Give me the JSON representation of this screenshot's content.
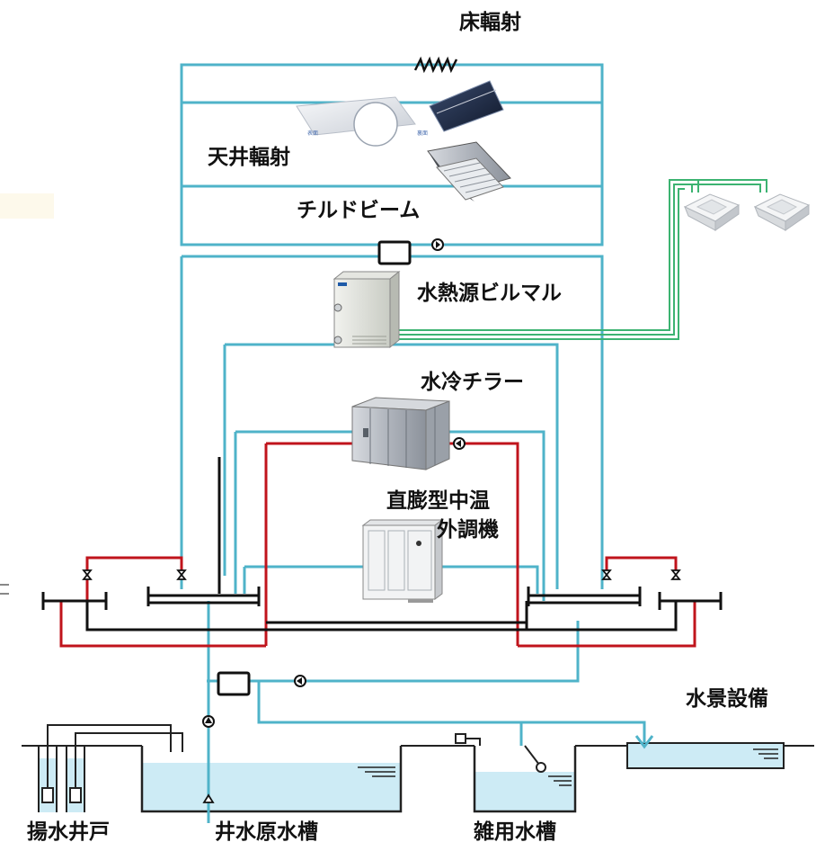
{
  "labels": {
    "floor_radiant": "床輻射",
    "ceiling_radiant": "天井輻射",
    "chilled_beam": "チルドビーム",
    "water_source_vrf": "水熱源ビルマル",
    "water_chiller": "水冷チラー",
    "direct_exp_line1": "直膨型中温",
    "direct_exp_line2": "外調機",
    "water_feature": "水景設備",
    "pumping_well": "揚水井戸",
    "well_raw_tank": "井水原水槽",
    "misc_water_tank": "雑用水槽"
  },
  "colors": {
    "supply_line": "#4fb3c9",
    "hot_line": "#c0141c",
    "return_line": "#111111",
    "refrigerant_line": "#3cb371",
    "water_fill": "#cdebf5"
  },
  "icons": {
    "pump": "pump-icon",
    "valve": "valve-icon",
    "heat_exchanger": "heat-exchanger-icon",
    "ceiling_cassette": "ceiling-cassette-icon",
    "float_valve": "float-valve-icon"
  }
}
